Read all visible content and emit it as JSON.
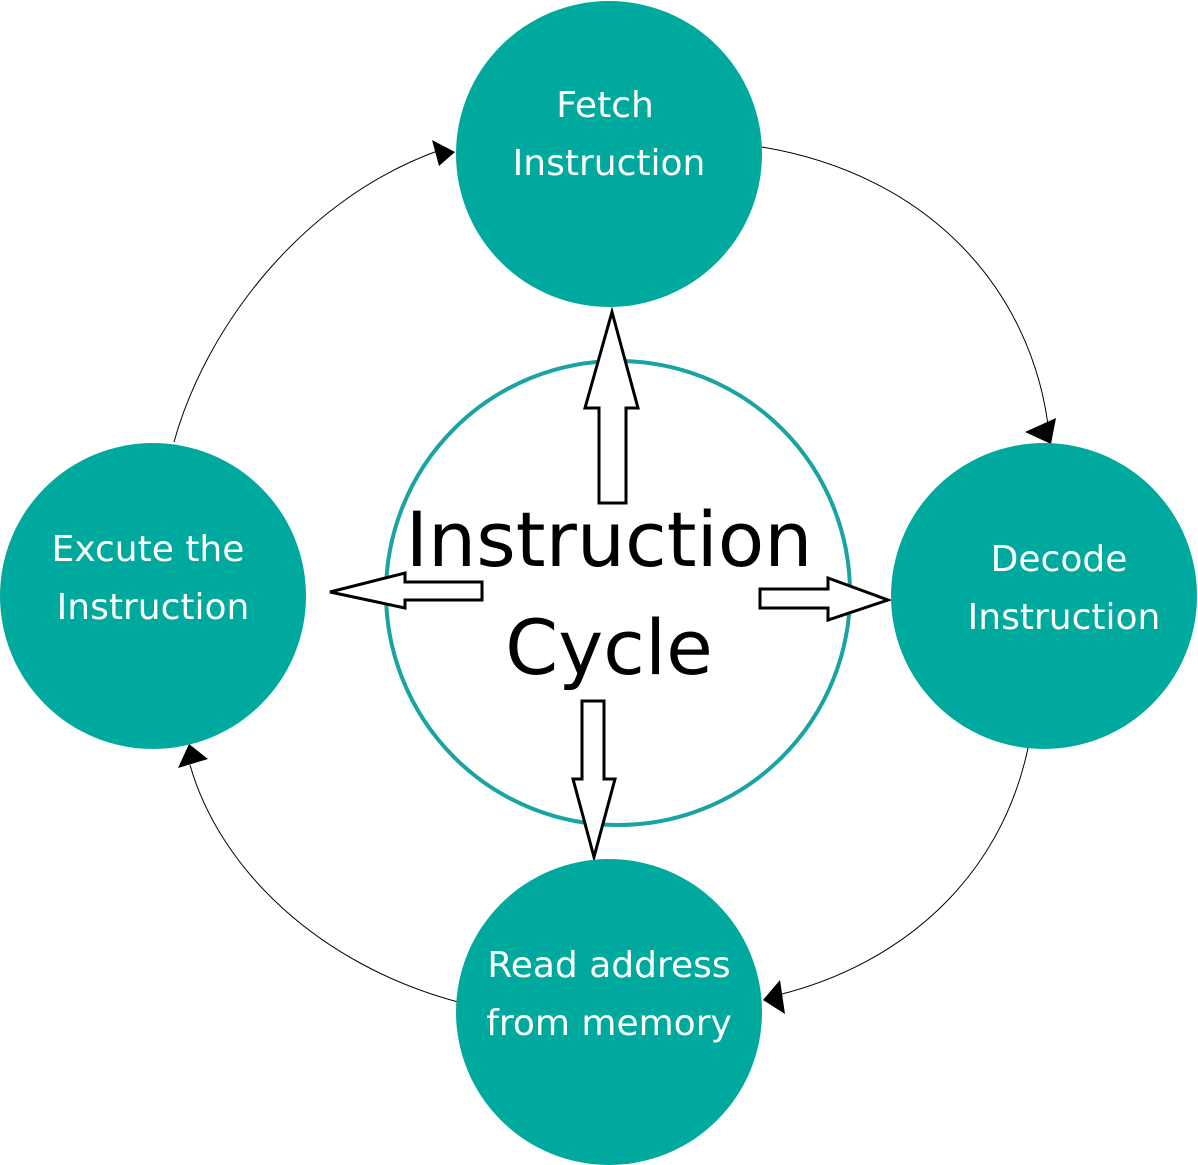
{
  "diagram": {
    "center": {
      "line1": "Instruction",
      "line2": "Cycle"
    },
    "nodes": {
      "fetch": {
        "line1": "Fetch",
        "line2": "Instruction"
      },
      "decode": {
        "line1": "Decode",
        "line2": "Instruction"
      },
      "read": {
        "line1": "Read address",
        "line2": "from memory"
      },
      "execute": {
        "line1": "Excute the",
        "line2": "Instruction"
      }
    }
  },
  "colors": {
    "node_fill": "#00a99d",
    "center_ring": "#1aa3a3",
    "node_text": "#ffffff",
    "center_text": "#000000"
  }
}
